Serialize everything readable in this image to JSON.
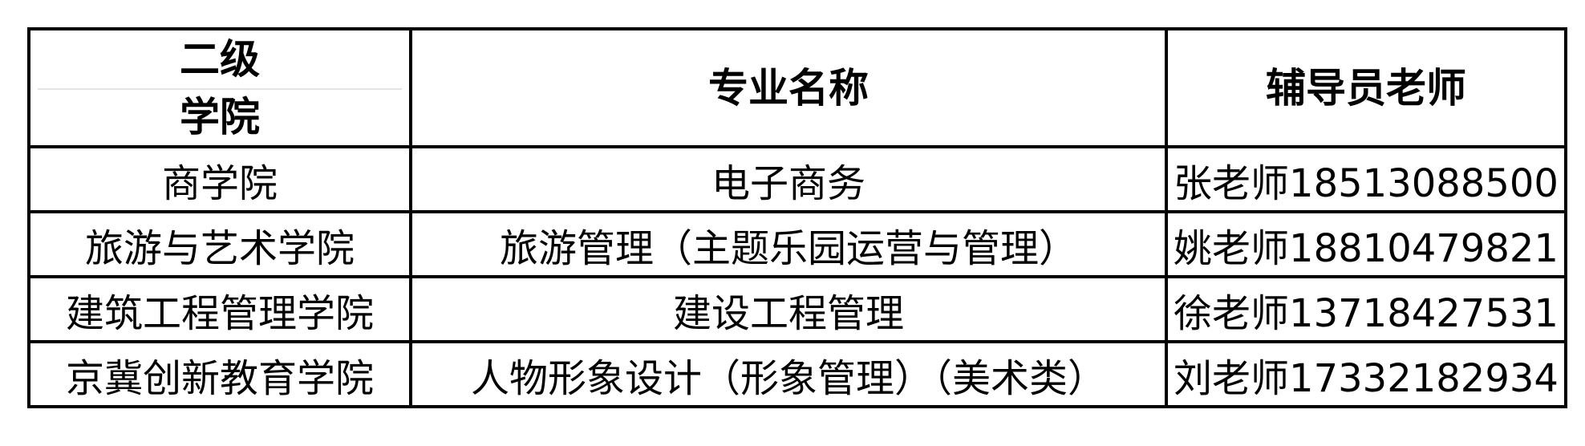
{
  "table": {
    "headers": {
      "college_line1": "二级",
      "college_line2": "学院",
      "major": "专业名称",
      "counselor": "辅导员老师"
    },
    "rows": [
      {
        "college": "商学院",
        "major": "电子商务",
        "counselor": "张老师18513088500"
      },
      {
        "college": "旅游与艺术学院",
        "major": "旅游管理（主题乐园运营与管理）",
        "counselor": "姚老师18810479821"
      },
      {
        "college": "建筑工程管理学院",
        "major": "建设工程管理",
        "counselor": "徐老师13718427531"
      },
      {
        "college": "京冀创新教育学院",
        "major": "人物形象设计（形象管理）（美术类）",
        "counselor": "刘老师17332182934"
      }
    ]
  }
}
